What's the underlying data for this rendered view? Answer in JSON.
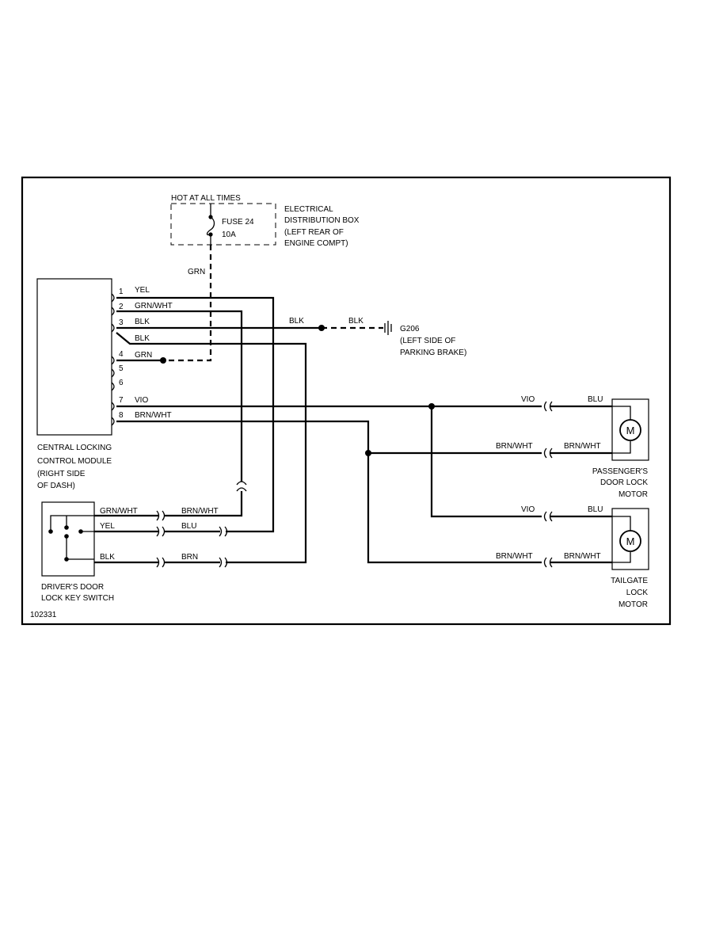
{
  "diagram_id": "102331",
  "fuse_box": {
    "header": "HOT AT ALL TIMES",
    "fuse_name": "FUSE 24",
    "fuse_rating": "10A",
    "label_lines": [
      "ELECTRICAL",
      "DISTRIBUTION BOX",
      "(LEFT REAR OF",
      "ENGINE COMPT)"
    ]
  },
  "fuse_wire": "GRN",
  "module": {
    "label_lines": [
      "CENTRAL LOCKING",
      "CONTROL MODULE",
      "(RIGHT SIDE",
      "OF DASH)"
    ],
    "pins": [
      {
        "num": "1",
        "wire": "YEL"
      },
      {
        "num": "2",
        "wire": "GRN/WHT"
      },
      {
        "num": "3",
        "wire": "BLK"
      },
      {
        "num": "",
        "wire": "BLK"
      },
      {
        "num": "4",
        "wire": "GRN"
      },
      {
        "num": "5",
        "wire": ""
      },
      {
        "num": "6",
        "wire": ""
      },
      {
        "num": "7",
        "wire": "VIO"
      },
      {
        "num": "8",
        "wire": "BRN/WHT"
      }
    ]
  },
  "ground": {
    "wire_left": "BLK",
    "wire_right": "BLK",
    "name": "G206",
    "label_lines": [
      "(LEFT SIDE OF",
      "PARKING BRAKE)"
    ]
  },
  "passenger_motor": {
    "wire1_left": "VIO",
    "wire1_right": "BLU",
    "wire2_left": "BRN/WHT",
    "wire2_right": "BRN/WHT",
    "motor_symbol": "M",
    "label_lines": [
      "PASSENGER'S",
      "DOOR LOCK",
      "MOTOR"
    ]
  },
  "tailgate_motor": {
    "wire1_left": "VIO",
    "wire1_right": "BLU",
    "wire2_left": "BRN/WHT",
    "wire2_right": "BRN/WHT",
    "motor_symbol": "M",
    "label_lines": [
      "TAILGATE",
      "LOCK",
      "MOTOR"
    ]
  },
  "key_switch": {
    "wire1_left": "GRN/WHT",
    "wire1_right": "BRN/WHT",
    "wire2_left": "YEL",
    "wire2_right": "BLU",
    "wire3_left": "BLK",
    "wire3_right": "BRN",
    "label_lines": [
      "DRIVER'S DOOR",
      "LOCK KEY SWITCH"
    ]
  }
}
